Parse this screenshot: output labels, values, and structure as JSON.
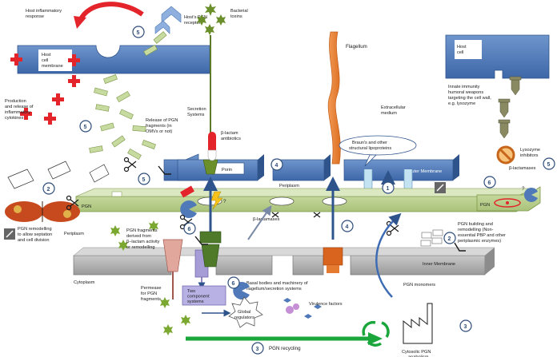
{
  "colors": {
    "membrane": "#4f79b8",
    "membrane_dark": "#2f548c",
    "pgn": "#b9d08d",
    "pgn_dark": "#7c9648",
    "inner": "#a9a9a9",
    "inflam": "#e3242b",
    "flagellum": "#f08a3c",
    "recycling": "#1aa63a",
    "badge_border": "#2f4d7a"
  },
  "labels": {
    "host_inflammatory": [
      "Host inflammatory",
      "response"
    ],
    "host_receptors": [
      "Host's PGN",
      "receptors"
    ],
    "bacterial_toxins": [
      "Bacterial",
      "toxins"
    ],
    "flagellum": "Flagellum",
    "host_cell_membrane": [
      "Host",
      "cell",
      "membrane"
    ],
    "host_cell": [
      "Host",
      "cell"
    ],
    "innate": [
      "Innate immunity",
      "humoral weapons",
      "targeting the cell wall,",
      "e.g. lysozyme"
    ],
    "inflam_cytokines": [
      "Production",
      "and release of",
      "inflammatory",
      "cytokines"
    ],
    "release_fragments": [
      "Release of PGN",
      "fragments (in",
      "OMVs or not)"
    ],
    "beta_lactam_antibiotics": [
      "β-lactam",
      "antibiotics"
    ],
    "secretion_systems": [
      "Secretion",
      "Systems"
    ],
    "extracellular": [
      "Extracellular",
      "medium"
    ],
    "brauns": [
      "Braun's  and other",
      "structural  lipoproteins"
    ],
    "porin": "Porin",
    "periplasm_top": "Periplasm",
    "outer_membrane": "Outer Membrane",
    "lysozyme_inhibitors": [
      "Lysozyme",
      "inhibitors"
    ],
    "beta_lactamases_right": "β-lactamases",
    "pgn_remodelling": [
      "PGN remodelling",
      "to allow septation",
      "and cell division"
    ],
    "pgn_left": "PGN",
    "pgn_right": "PGN",
    "periplasm_left": "Periplasm",
    "pgn_fragments": [
      "PGN fragments",
      "derived from",
      "β–lactam activity",
      "or remodelling"
    ],
    "beta_lactamases_center": "β-lactamases",
    "pgn_building": [
      "PGN building and",
      "remodelling (Non-",
      "essential PBP and other",
      "periplasmic enzymes)"
    ],
    "inner_membrane": "Inner Membrane",
    "cytoplasm": "Cytoplasm",
    "permease": [
      "Permease",
      "for PGN",
      "fragments"
    ],
    "two_component": [
      "Two",
      "component",
      "systems"
    ],
    "basal_bodies": [
      "Basal bodies and machinery of",
      "flagellum/secretion systems"
    ],
    "pgn_monomers": "PGN monomers",
    "global_regulators": [
      "Global",
      "regulators"
    ],
    "virulence": "Virulence factors",
    "pgn_recycling": "PGN recycling",
    "cytosolic": [
      "Cytosolic PGN",
      "anabolism"
    ],
    "question_mark": "?"
  },
  "badges": {
    "b5_top": "5",
    "b5_left": "5",
    "b5_mid": "5",
    "b5_right": "5",
    "b2_left": "2",
    "b2_right": "2",
    "b4_a": "4",
    "b4_b": "4",
    "b1": "1",
    "b6_right": "6",
    "b6_left": "6",
    "b6_mid": "6",
    "b3_bottom": "3",
    "b3_right": "3"
  }
}
